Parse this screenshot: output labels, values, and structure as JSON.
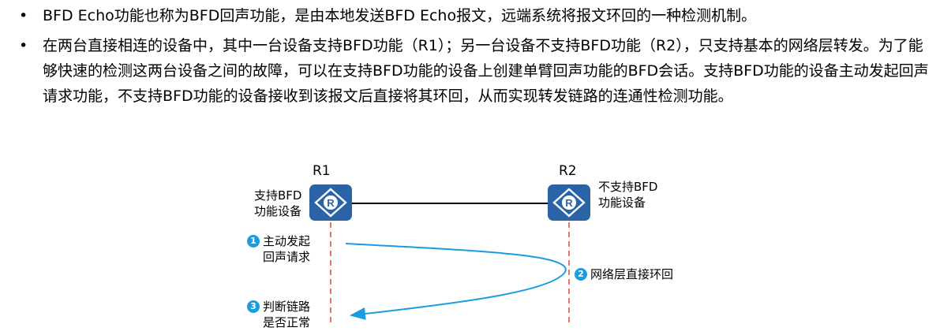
{
  "bullets": [
    "BFD Echo功能也称为BFD回声功能，是由本地发送BFD Echo报文，远端系统将报文环回的一种检测机制。",
    "在两台直接相连的设备中，其中一台设备支持BFD功能（R1）；另一台设备不支持BFD功能（R2），只支持基本的网络层转发。为了能够快速的检测这两台设备之间的故障，可以在支持BFD功能的设备上创建单臂回声功能的BFD会话。支持BFD功能的设备主动发起回声请求功能，不支持BFD功能的设备接收到该报文后直接将其环回，从而实现转发链路的连通性检测功能。"
  ],
  "bullet_symbol": "•",
  "diagram": {
    "r1": {
      "name": "R1",
      "desc_line1": "支持BFD",
      "desc_line2": "功能设备",
      "icon": "router-icon"
    },
    "r2": {
      "name": "R2",
      "desc_line1": "不支持BFD",
      "desc_line2": "功能设备",
      "icon": "router-icon"
    },
    "steps": [
      {
        "num": "1",
        "line1": "主动发起",
        "line2": "回声请求"
      },
      {
        "num": "2",
        "line1": "网络层直接环回"
      },
      {
        "num": "3",
        "line1": "判断链路",
        "line2": "是否正常"
      }
    ],
    "router_glyph": "R"
  },
  "colors": {
    "router": "#2a63a6",
    "arrow": "#1a9ce0",
    "dashed": "#e06a55",
    "link": "#000000"
  }
}
